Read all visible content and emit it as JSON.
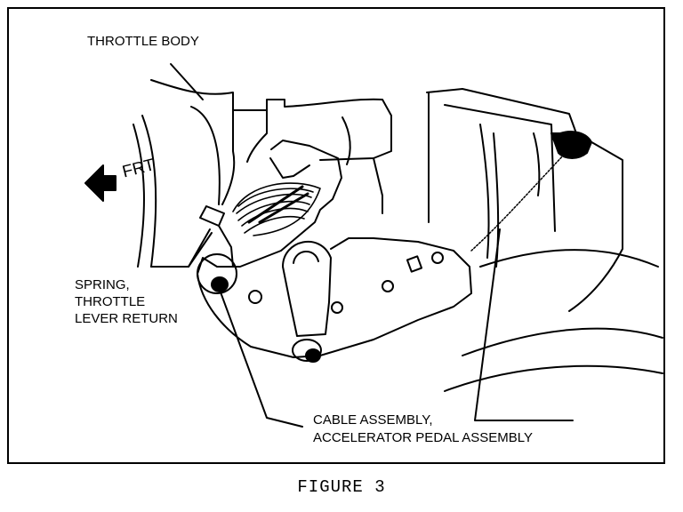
{
  "labels": {
    "throttle_body": "THROTTLE BODY",
    "front_arrow": "FRT",
    "spring_line1": "SPRING,",
    "spring_line2": "THROTTLE",
    "spring_line3": "LEVER RETURN",
    "cable_line1": "CABLE ASSEMBLY,",
    "cable_line2": "ACCELERATOR PEDAL ASSEMBLY"
  },
  "caption": "FIGURE 3",
  "colors": {
    "ink": "#000000",
    "paper": "#ffffff"
  }
}
